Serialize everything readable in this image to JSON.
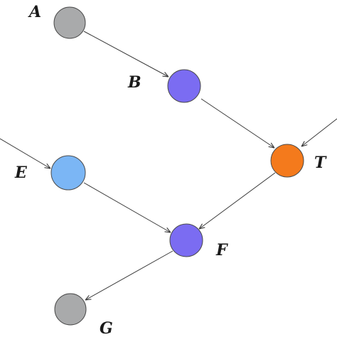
{
  "nodes": [
    {
      "id": "A",
      "label": "A",
      "color": "#a9aaab"
    },
    {
      "id": "B",
      "label": "B",
      "color": "#7b6cf2"
    },
    {
      "id": "T",
      "label": "T",
      "color": "#f47a1c"
    },
    {
      "id": "E",
      "label": "E",
      "color": "#7bb6f5"
    },
    {
      "id": "F",
      "label": "F",
      "color": "#7b6cf2"
    },
    {
      "id": "G",
      "label": "G",
      "color": "#a9aaab"
    }
  ],
  "edges": [
    {
      "from": "A",
      "to": "B"
    },
    {
      "from": "B",
      "to": "T"
    },
    {
      "from": "external",
      "to": "T"
    },
    {
      "from": "external",
      "to": "E"
    },
    {
      "from": "E",
      "to": "F"
    },
    {
      "from": "T",
      "to": "F"
    },
    {
      "from": "F",
      "to": "G"
    }
  ]
}
